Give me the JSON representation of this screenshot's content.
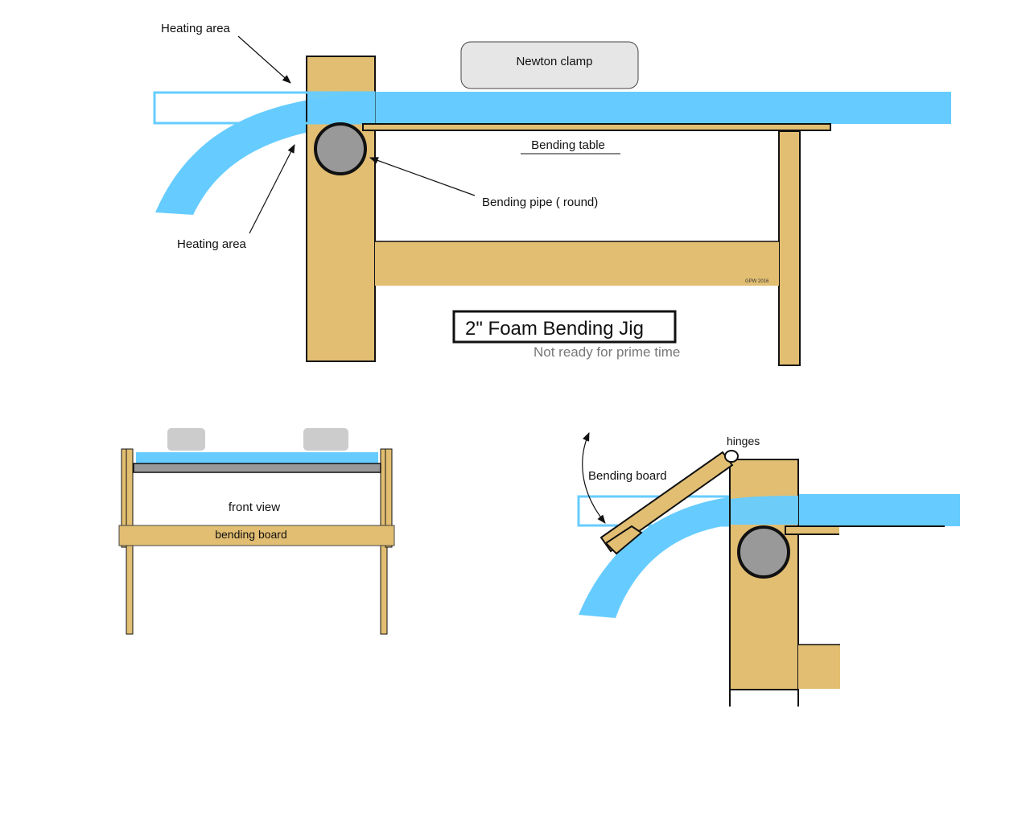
{
  "labels": {
    "heating_area_top": "Heating area",
    "heating_area_bottom": "Heating area",
    "newton_clamp": "Newton clamp",
    "bending_table": "Bending table",
    "bending_pipe": "Bending pipe ( round)",
    "signature": "GPW 2016",
    "title": "2\" Foam Bending Jig",
    "subtitle": "Not ready for prime time",
    "front_view": "front view",
    "bending_board_front": "bending board",
    "hinges": "hinges",
    "bending_board_side": "Bending board"
  },
  "colors": {
    "wood": "#E2BE72",
    "foam": "#66CCFF",
    "pipe": "#999999",
    "clamp": "#E6E6E6",
    "clamp_front": "#CCCCCC",
    "subtitle": "#777777",
    "outline": "#111111"
  }
}
